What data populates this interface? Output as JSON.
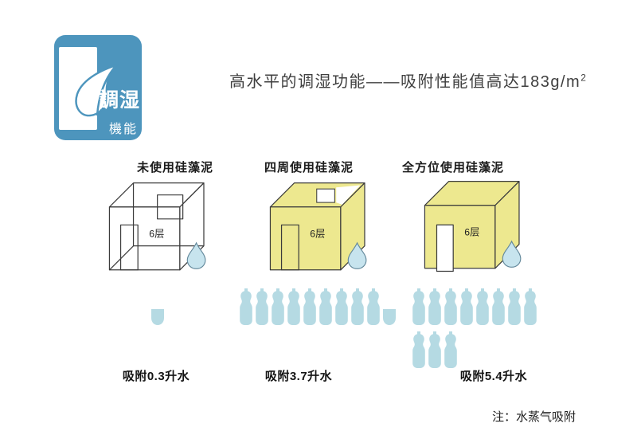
{
  "logo": {
    "line1": "調湿",
    "line2": "機能"
  },
  "title": {
    "text": "高水平的调湿功能——吸附性能值高达183g/m",
    "sup": "2"
  },
  "columns": [
    {
      "header": "未使用硅藻泥",
      "house_type": "wireframe-no-diatom-mud",
      "room_label": "6层",
      "bottle_rows": [
        {
          "full": 0,
          "partial": 1
        }
      ],
      "absorption_label": "吸附0.3升水",
      "absorption_liters": 0.3
    },
    {
      "header": "四周使用硅藻泥",
      "house_type": "yellow-walls-open-top",
      "room_label": "6层",
      "bottle_rows": [
        {
          "full": 9,
          "partial": 1
        }
      ],
      "absorption_label": "吸附3.7升水",
      "absorption_liters": 3.7
    },
    {
      "header": "全方位使用硅藻泥",
      "house_type": "yellow-fully-covered",
      "room_label": "6层",
      "bottle_rows": [
        {
          "full": 8,
          "partial": 0
        },
        {
          "full": 3,
          "partial": 0
        }
      ],
      "absorption_label": "吸附5.4升水",
      "absorption_liters": 5.4
    }
  ],
  "note": "注：水蒸气吸附",
  "colors": {
    "logo_blue": "#4D95BD",
    "house_yellow": "#EDE88F",
    "outline": "#3C3C3C",
    "bottle_blue": "#B5DAE3",
    "drop_fill": "#C7E4EE",
    "drop_stroke": "#63889B"
  }
}
